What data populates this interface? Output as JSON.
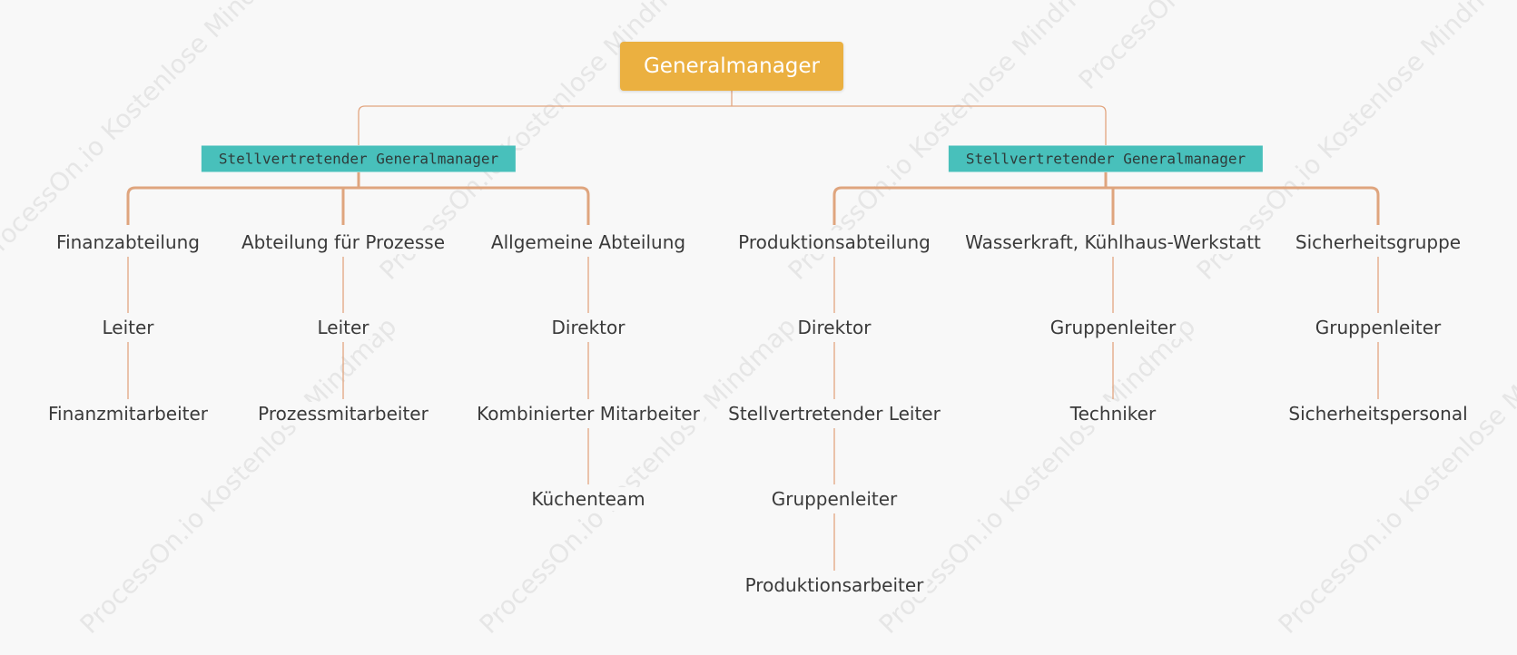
{
  "colors": {
    "background": "#f8f8f8",
    "root_fill": "#ebb040",
    "deputy_fill": "#48c0bb",
    "connector": "#e2a57f",
    "text": "#3a3a3a"
  },
  "watermark": "ProcessOn.io Kostenlose Mindmap",
  "root": {
    "label": "Generalmanager"
  },
  "deputies": [
    {
      "label": "Stellvertretender Generalmanager",
      "departments": [
        {
          "name": "Finanzabteilung",
          "chain": [
            "Leiter",
            "Finanzmitarbeiter"
          ]
        },
        {
          "name": "Abteilung für Prozesse",
          "chain": [
            "Leiter",
            "Prozessmitarbeiter"
          ]
        },
        {
          "name": "Allgemeine Abteilung",
          "chain": [
            "Direktor",
            "Kombinierter Mitarbeiter",
            "Küchenteam"
          ]
        }
      ]
    },
    {
      "label": "Stellvertretender Generalmanager",
      "departments": [
        {
          "name": "Produktionsabteilung",
          "chain": [
            "Direktor",
            "Stellvertretender Leiter",
            "Gruppenleiter",
            "Produktionsarbeiter"
          ]
        },
        {
          "name": "Wasserkraft, Kühlhaus-Werkstatt",
          "chain": [
            "Gruppenleiter",
            "Techniker"
          ]
        },
        {
          "name": "Sicherheitsgruppe",
          "chain": [
            "Gruppenleiter",
            "Sicherheitspersonal"
          ]
        }
      ]
    }
  ]
}
